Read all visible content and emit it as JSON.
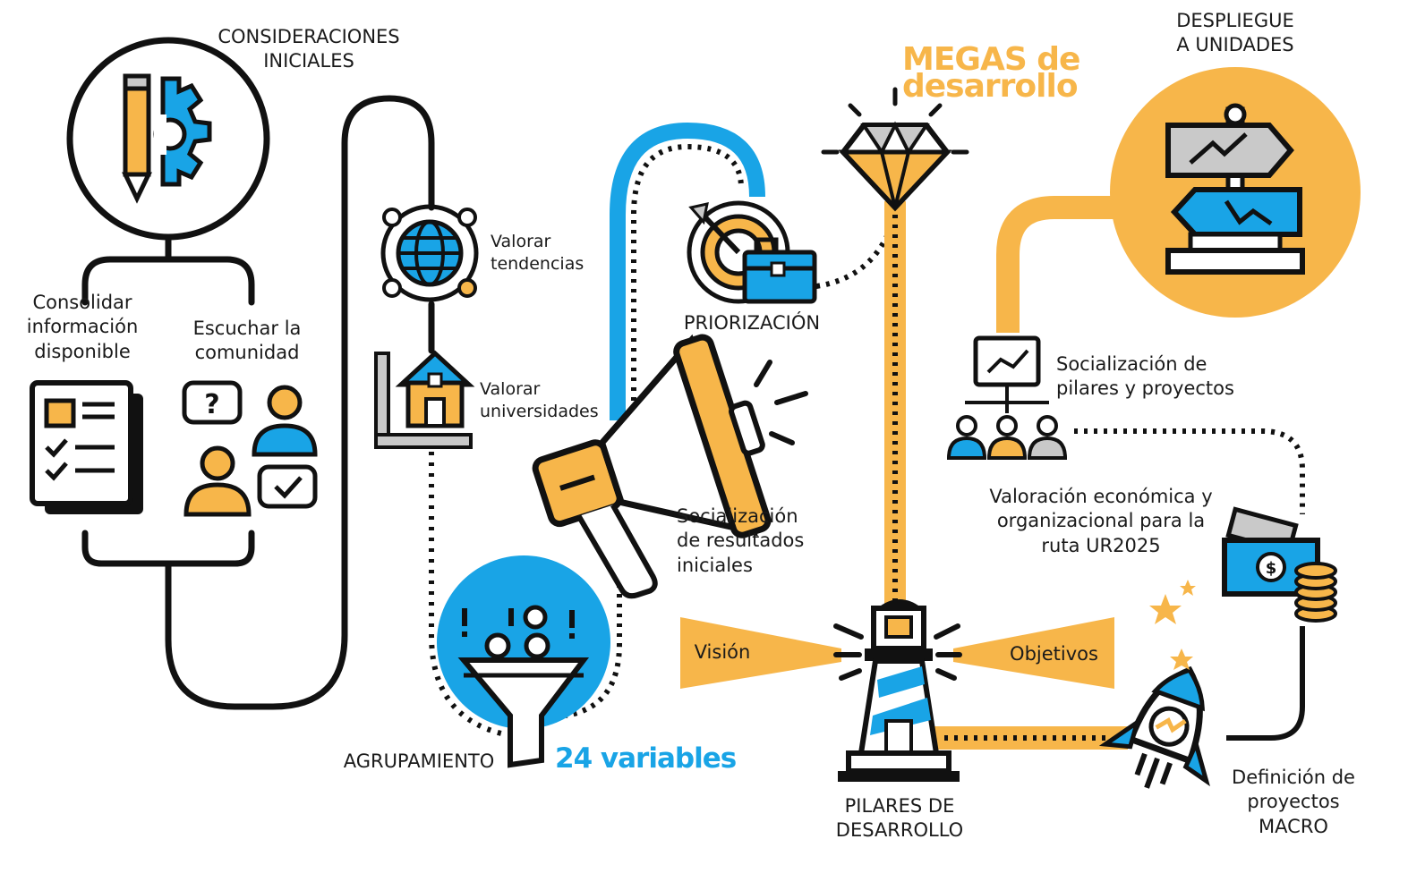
{
  "labels": {
    "consideraciones": [
      "CONSIDERACIONES",
      "INICIALES"
    ],
    "consolidar": [
      "Consolidar",
      "información",
      "disponible"
    ],
    "escuchar": [
      "Escuchar la",
      "comunidad"
    ],
    "valorar_tendencias": [
      "Valorar",
      "tendencias"
    ],
    "valorar_universidades": [
      "Valorar",
      "universidades"
    ],
    "agrupamiento": "AGRUPAMIENTO",
    "variables": "24 variables",
    "priorizacion": "PRIORIZACIÓN",
    "socializacion_resultados": [
      "Socialización",
      "de resultados",
      "iniciales"
    ],
    "megas": [
      "MEGAS de",
      "desarrollo"
    ],
    "vision": "Visión",
    "objetivos": "Objetivos",
    "pilares": [
      "PILARES DE",
      "DESARROLLO"
    ],
    "despliegue": [
      "DESPLIEGUE",
      "A UNIDADES"
    ],
    "socializacion_pilares": [
      "Socialización de",
      "pilares y proyectos"
    ],
    "valoracion": [
      "Valoración económica y",
      "organizacional para la",
      "ruta UR2025"
    ],
    "definicion": [
      "Definición de",
      "proyectos",
      "MACRO"
    ]
  },
  "colors": {
    "accent_blue": "#19a4e6",
    "accent_orange": "#f7b64a",
    "outline": "#111111",
    "gray": "#c9c9c9"
  },
  "icons": [
    "pencil-gear-icon",
    "document-checklist-icon",
    "people-chat-icon",
    "globe-icon",
    "house-ruler-icon",
    "funnel-icon",
    "target-briefcase-icon",
    "megaphone-icon",
    "diamond-icon",
    "lighthouse-icon",
    "signpost-icon",
    "presentation-team-icon",
    "money-coins-icon",
    "rocket-icon",
    "star-icon"
  ]
}
